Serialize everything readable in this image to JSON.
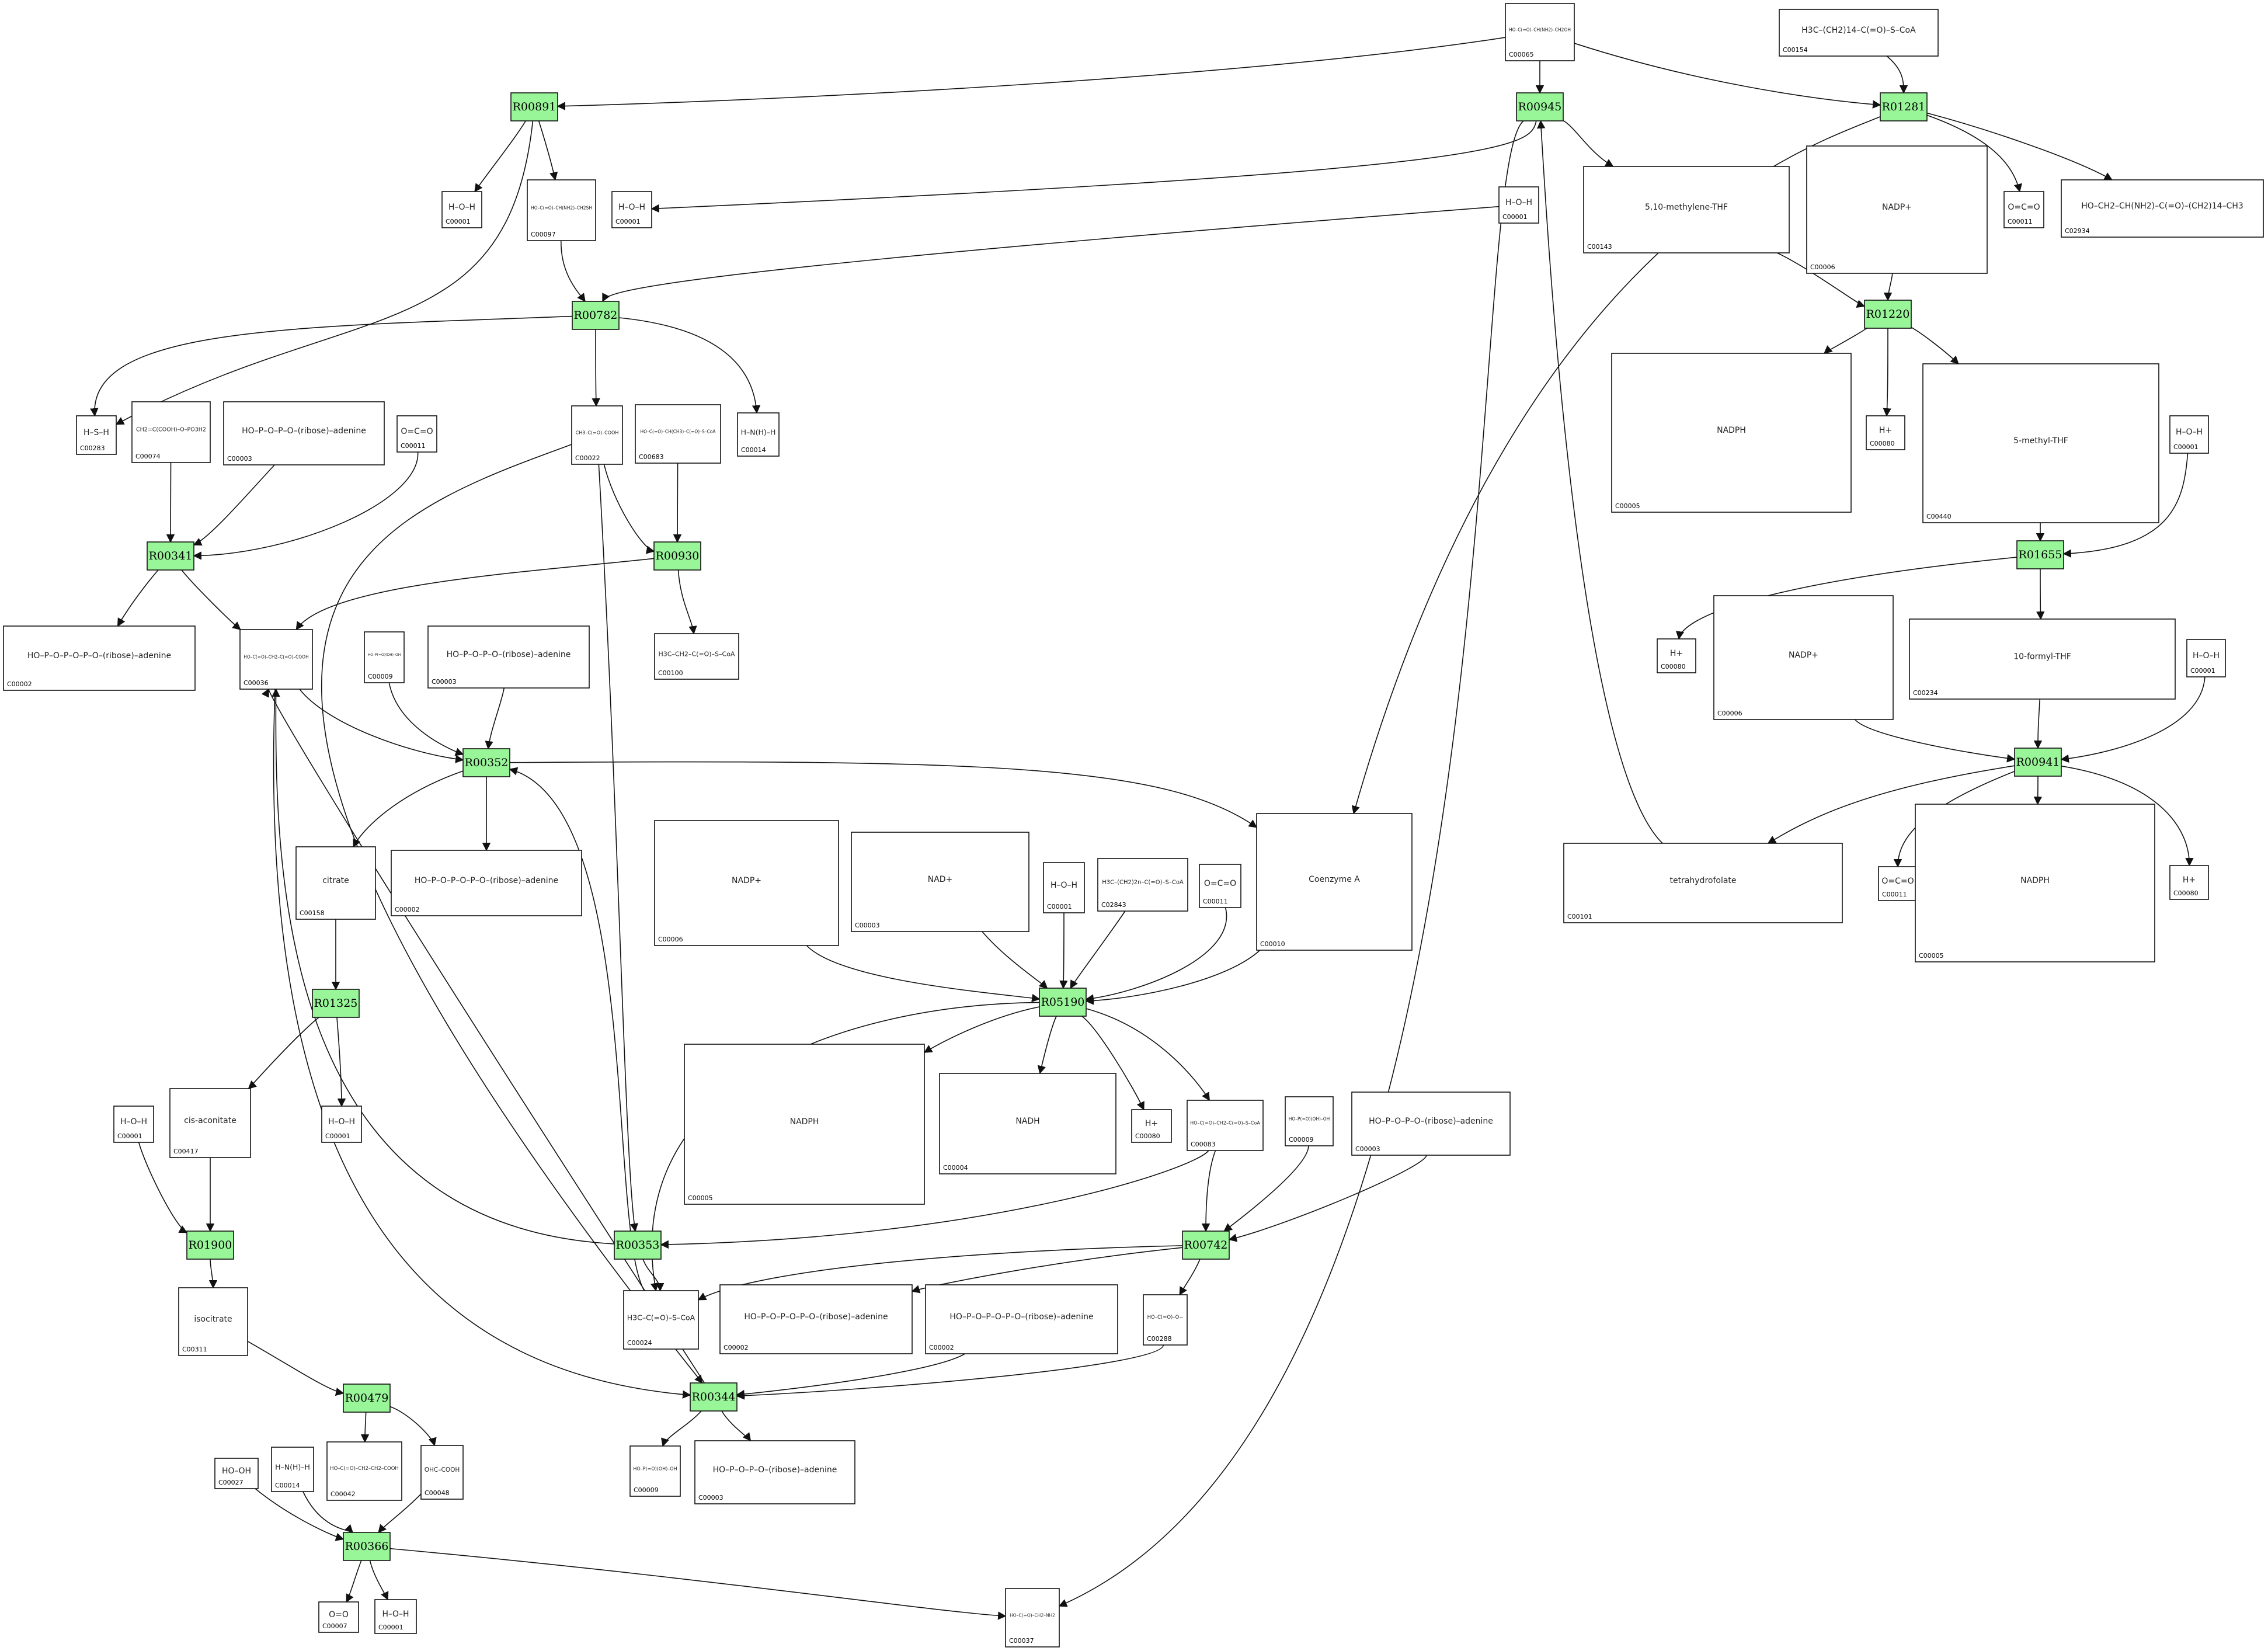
{
  "reactions": [
    "R00891",
    "R00945",
    "R01281",
    "R00782",
    "R01220",
    "R00341",
    "R00930",
    "R01655",
    "R00352",
    "R00941",
    "R05190",
    "R01325",
    "R01900",
    "R00353",
    "R00742",
    "R00479",
    "R00344",
    "R00366"
  ],
  "compounds": [
    {
      "id": "C00065",
      "structure": "HO–C(=O)–CH(NH2)–CH2OH"
    },
    {
      "id": "C00154",
      "structure": "H3C–(CH2)14–C(=O)–S–CoA"
    },
    {
      "id": "C00001",
      "structure": "H–O–H"
    },
    {
      "id": "C00097",
      "structure": "HO–C(=O)–CH(NH2)–CH2SH"
    },
    {
      "id": "C00001",
      "structure": "H–O–H"
    },
    {
      "id": "C00001",
      "structure": "H–O–H"
    },
    {
      "id": "C00143",
      "structure": "5,10-methylene-THF"
    },
    {
      "id": "C00006",
      "structure": "NADP+"
    },
    {
      "id": "C00011",
      "structure": "O=C=O"
    },
    {
      "id": "C02934",
      "structure": "HO–CH2–CH(NH2)–C(=O)–(CH2)14–CH3"
    },
    {
      "id": "C00283",
      "structure": "H–S–H"
    },
    {
      "id": "C00074",
      "structure": "CH2=C(COOH)–O–PO3H2"
    },
    {
      "id": "C00003",
      "structure": "HO–P–O–P–O–(ribose)–adenine"
    },
    {
      "id": "C00011",
      "structure": "O=C=O"
    },
    {
      "id": "C00022",
      "structure": "CH3–C(=O)–COOH"
    },
    {
      "id": "C00683",
      "structure": "HO–C(=O)–CH(CH3)–C(=O)–S–CoA"
    },
    {
      "id": "C00014",
      "structure": "H–N(H)–H"
    },
    {
      "id": "C00005",
      "structure": "NADPH"
    },
    {
      "id": "C00080",
      "structure": "H+"
    },
    {
      "id": "C00440",
      "structure": "5-methyl-THF"
    },
    {
      "id": "C00001",
      "structure": "H–O–H"
    },
    {
      "id": "C00002",
      "structure": "HO–P–O–P–O–P–O–(ribose)–adenine"
    },
    {
      "id": "C00036",
      "structure": "HO–C(=O)–CH2–C(=O)–COOH"
    },
    {
      "id": "C00009",
      "structure": "HO–P(=O)(OH)–OH"
    },
    {
      "id": "C00003",
      "structure": "HO–P–O–P–O–(ribose)–adenine"
    },
    {
      "id": "C00100",
      "structure": "H3C–CH2–C(=O)–S–CoA"
    },
    {
      "id": "C00080",
      "structure": "H+"
    },
    {
      "id": "C00006",
      "structure": "NADP+"
    },
    {
      "id": "C00234",
      "structure": "10-formyl-THF"
    },
    {
      "id": "C00001",
      "structure": "H–O–H"
    },
    {
      "id": "C00158",
      "structure": "citrate"
    },
    {
      "id": "C00002",
      "structure": "HO–P–O–P–O–P–O–(ribose)–adenine"
    },
    {
      "id": "C00006",
      "structure": "NADP+"
    },
    {
      "id": "C00003",
      "structure": "NAD+"
    },
    {
      "id": "C00001",
      "structure": "H–O–H"
    },
    {
      "id": "C02843",
      "structure": "H3C–(CH2)2n–C(=O)–S–CoA"
    },
    {
      "id": "C00011",
      "structure": "O=C=O"
    },
    {
      "id": "C00010",
      "structure": "Coenzyme A"
    },
    {
      "id": "C00101",
      "structure": "tetrahydrofolate"
    },
    {
      "id": "C00011",
      "structure": "O=C=O"
    },
    {
      "id": "C00005",
      "structure": "NADPH"
    },
    {
      "id": "C00080",
      "structure": "H+"
    },
    {
      "id": "C00001",
      "structure": "H–O–H"
    },
    {
      "id": "C00001",
      "structure": "H–O–H"
    },
    {
      "id": "C00417",
      "structure": "cis-aconitate"
    },
    {
      "id": "C00005",
      "structure": "NADPH"
    },
    {
      "id": "C00004",
      "structure": "NADH"
    },
    {
      "id": "C00080",
      "structure": "H+"
    },
    {
      "id": "C00083",
      "structure": "HO–C(=O)–CH2–C(=O)–S–CoA"
    },
    {
      "id": "C00009",
      "structure": "HO–P(=O)(OH)–OH"
    },
    {
      "id": "C00003",
      "structure": "HO–P–O–P–O–(ribose)–adenine"
    },
    {
      "id": "C00311",
      "structure": "isocitrate"
    },
    {
      "id": "C00024",
      "structure": "H3C–C(=O)–S–CoA"
    },
    {
      "id": "C00002",
      "structure": "HO–P–O–P–O–P–O–(ribose)–adenine"
    },
    {
      "id": "C00002",
      "structure": "HO–P–O–P–O–P–O–(ribose)–adenine"
    },
    {
      "id": "C00288",
      "structure": "HO–C(=O)–O−"
    },
    {
      "id": "C00027",
      "structure": "HO–OH"
    },
    {
      "id": "C00014",
      "structure": "H–N(H)–H"
    },
    {
      "id": "C00042",
      "structure": "HO–C(=O)–CH2–CH2–COOH"
    },
    {
      "id": "C00048",
      "structure": "OHC–COOH"
    },
    {
      "id": "C00009",
      "structure": "HO–P(=O)(OH)–OH"
    },
    {
      "id": "C00003",
      "structure": "HO–P–O–P–O–(ribose)–adenine"
    },
    {
      "id": "C00007",
      "structure": "O=O"
    },
    {
      "id": "C00001",
      "structure": "H–O–H"
    },
    {
      "id": "C00037",
      "structure": "HO–C(=O)–CH2–NH2"
    }
  ]
}
